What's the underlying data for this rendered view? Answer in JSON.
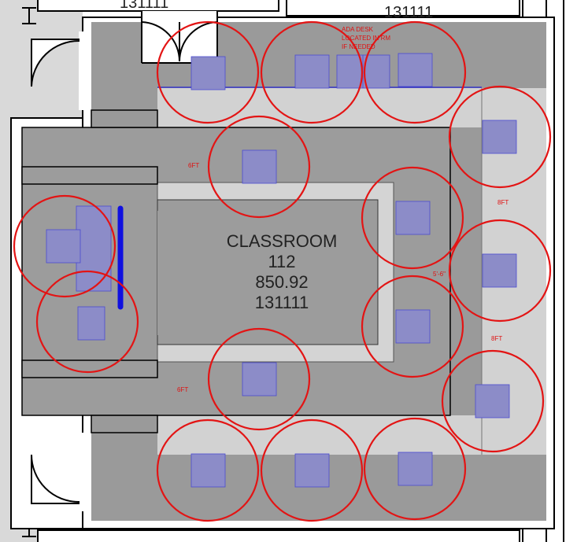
{
  "room": {
    "name": "CLASSROOM",
    "number": "112",
    "area": "850.92",
    "code": "131111"
  },
  "adjacent_labels": {
    "top_left": "131111",
    "top_right": "131111"
  },
  "notes": {
    "ada_line1": "ADA DESK",
    "ada_line2": "LOCATED IN RM",
    "ada_line3": "IF NEEDED"
  },
  "dimensions": {
    "top_gap": "6FT",
    "bottom_gap": "6FT",
    "right_upper": "8FT",
    "right_middle": "5'-6\"",
    "right_lower": "8FT"
  },
  "colors": {
    "spacing_circle": "#e31414",
    "desk_fill": "#8c8cc8",
    "board_line": "#1010e0",
    "floor_dark": "#9a9a9a",
    "floor_light": "#d2d2d2"
  }
}
